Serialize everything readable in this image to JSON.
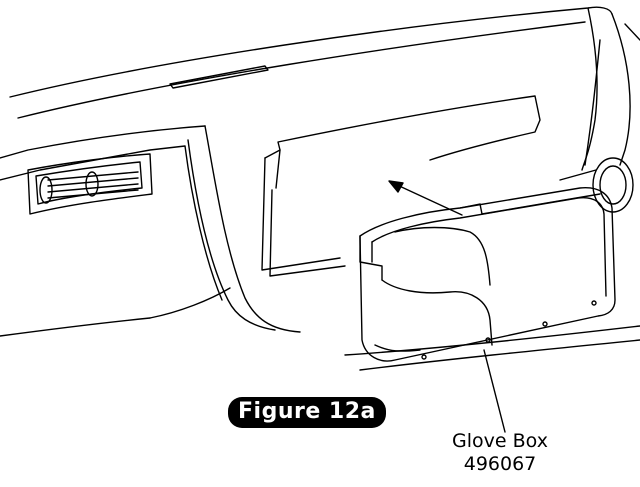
{
  "figure": {
    "label": "Figure 12a"
  },
  "callout": {
    "part_name": "Glove Box",
    "part_number": "496067"
  },
  "colors": {
    "line": "#000000",
    "background": "#ffffff",
    "badge_bg": "#000000",
    "badge_text": "#ffffff"
  }
}
